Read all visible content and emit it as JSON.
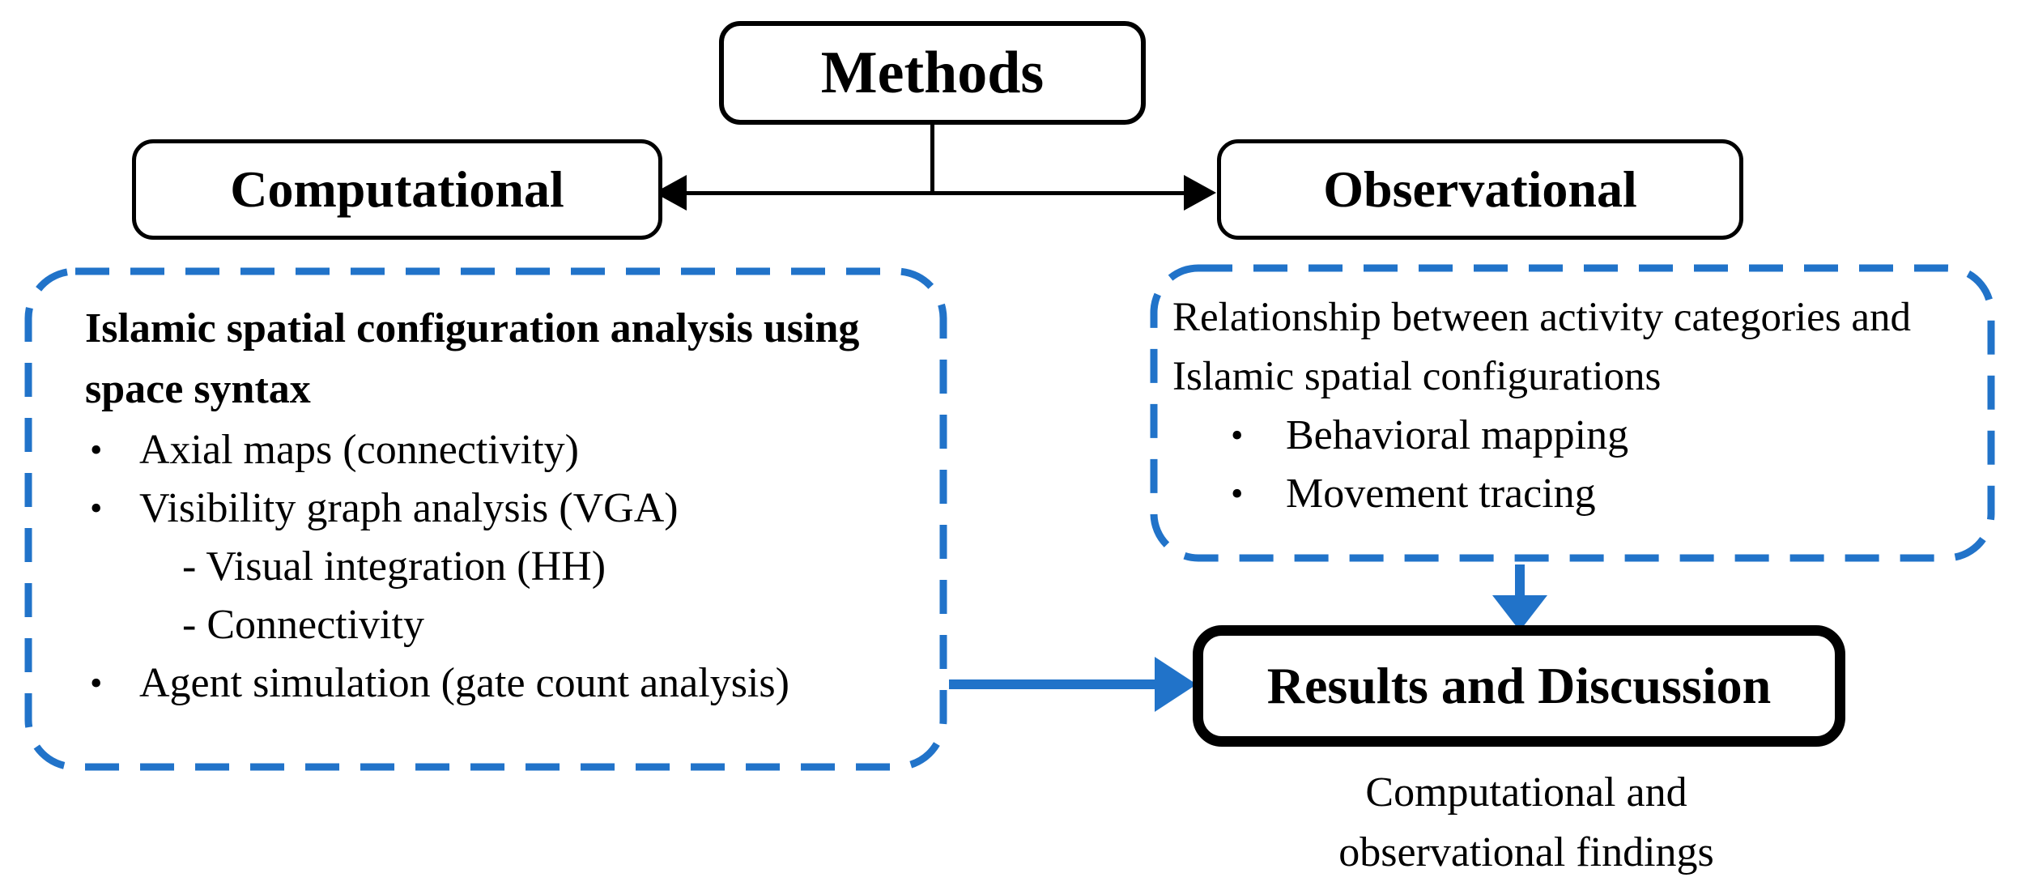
{
  "colors": {
    "accent_blue": "#2173C9",
    "line_black": "#000000",
    "background": "#ffffff"
  },
  "methods": {
    "label": "Methods"
  },
  "branches": {
    "computational": {
      "label": "Computational"
    },
    "observational": {
      "label": "Observational"
    }
  },
  "computational_panel": {
    "heading": "Islamic spatial configuration analysis using space syntax",
    "items": [
      {
        "level": 1,
        "text": "Axial maps (connectivity)"
      },
      {
        "level": 1,
        "text": "Visibility graph analysis (VGA)"
      },
      {
        "level": 2,
        "text": "- Visual integration (HH)"
      },
      {
        "level": 2,
        "text": "- Connectivity"
      },
      {
        "level": 1,
        "text": "Agent simulation (gate count analysis)"
      }
    ]
  },
  "observational_panel": {
    "description": "Relationship between activity categories and Islamic spatial configurations",
    "items": [
      {
        "level": 1,
        "text": "Behavioral mapping"
      },
      {
        "level": 1,
        "text": "Movement tracing"
      }
    ]
  },
  "results": {
    "label": "Results and Discussion",
    "caption": "Computational and observational findings"
  }
}
